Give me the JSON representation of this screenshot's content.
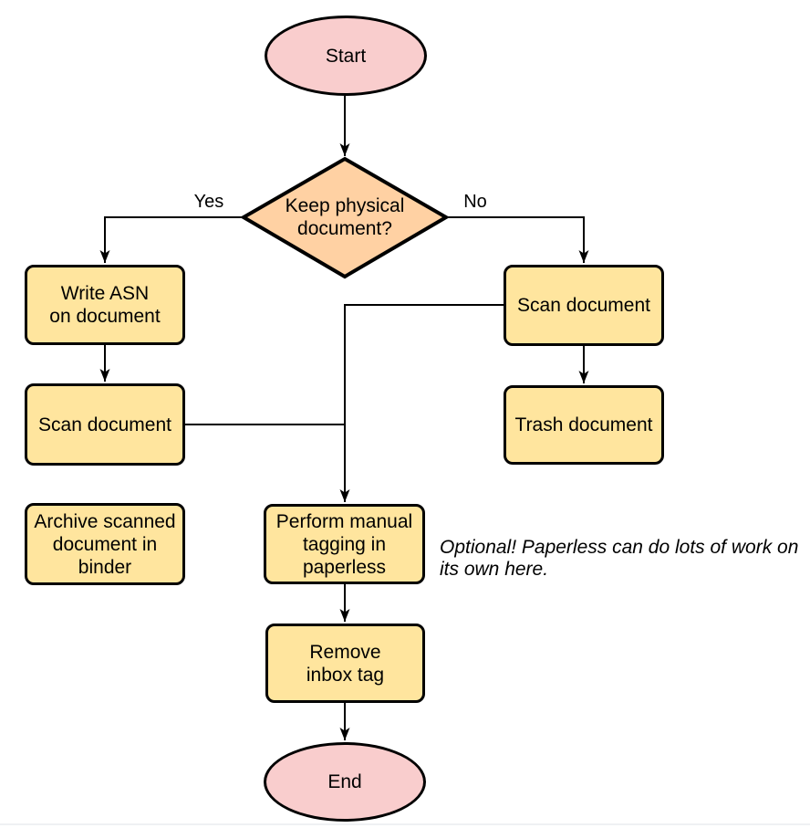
{
  "diagram": {
    "nodes": {
      "start": "Start",
      "decision": "Keep physical\ndocument?",
      "write_asn": "Write ASN\non document",
      "scan_left": "Scan document",
      "archive": "Archive scanned\ndocument in\nbinder",
      "scan_right": "Scan document",
      "trash": "Trash document",
      "perform_tagging": "Perform manual\ntagging in\npaperless",
      "remove_inbox": "Remove\ninbox tag",
      "end": "End"
    },
    "edge_labels": {
      "yes": "Yes",
      "no": "No"
    },
    "note": "Optional! Paperless can do lots of work on\nits own here.",
    "colors": {
      "terminator_fill": "#f9cdcd",
      "decision_fill": "#ffd1a3",
      "process_fill": "#ffe59e",
      "stroke": "#000000"
    }
  }
}
